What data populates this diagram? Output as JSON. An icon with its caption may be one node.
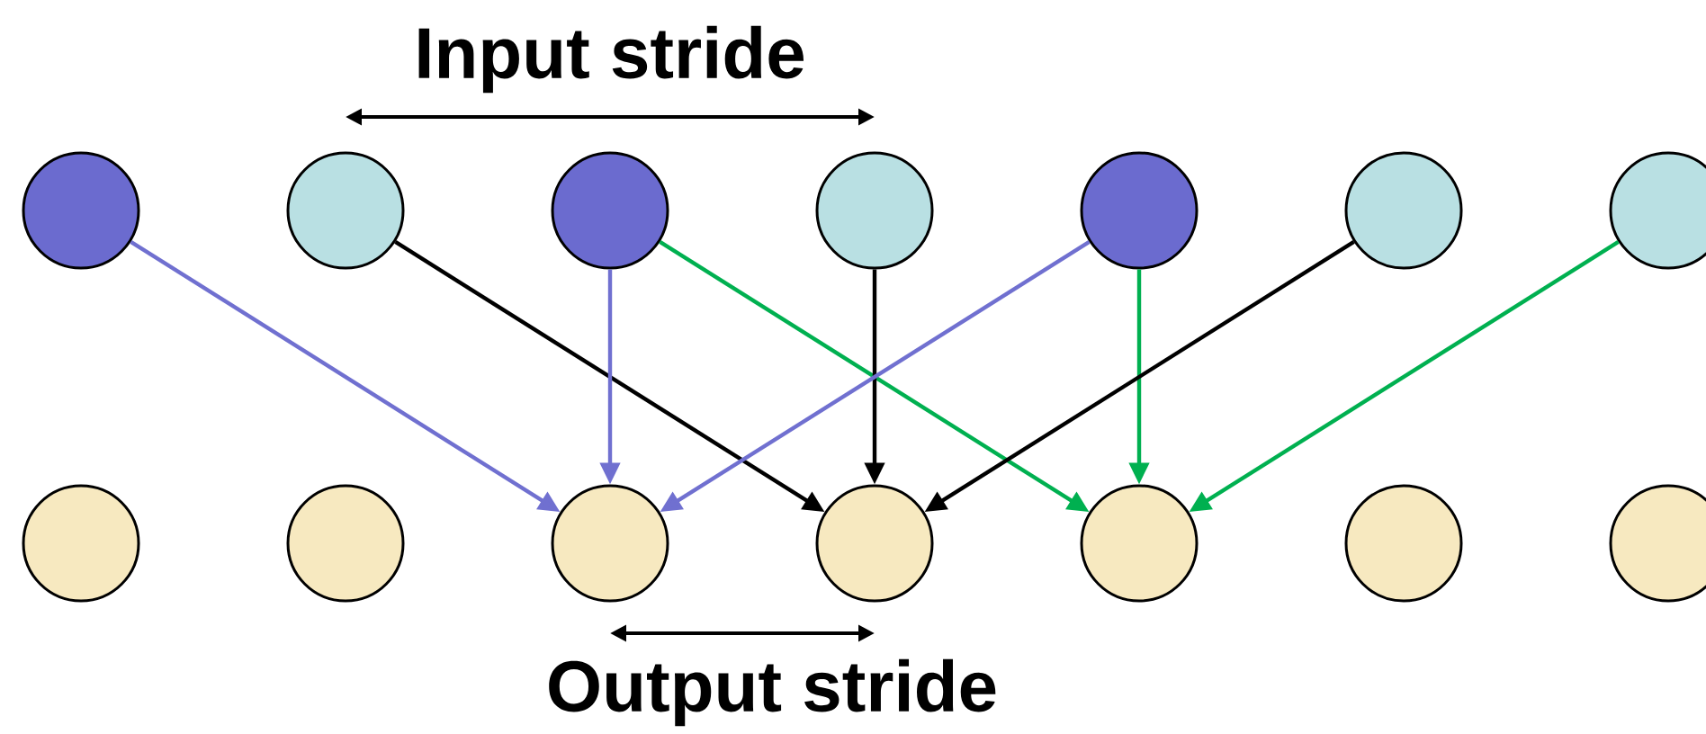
{
  "diagram": {
    "nodes": [
      {
        "text": [],
        "shape": "circle"
      },
      {
        "text": [],
        "shape": "circle"
      },
      {
        "text": [],
        "shape": "circle"
      },
      {
        "text": [],
        "shape": "circle"
      },
      {
        "text": [],
        "shape": "circle"
      },
      {
        "text": [],
        "shape": "circle"
      },
      {
        "text": [],
        "shape": "circle"
      },
      {
        "text": [],
        "shape": "circle"
      },
      {
        "text": [],
        "shape": "circle"
      },
      {
        "text": [],
        "shape": "circle"
      },
      {
        "text": [],
        "shape": "circle"
      },
      {
        "text": [],
        "shape": "circle"
      },
      {
        "text": [],
        "shape": "circle"
      },
      {
        "text": [],
        "shape": "circle"
      }
    ],
    "edges": [
      {
        "from": 0,
        "to": 9,
        "arrow": "to",
        "color": "#7070d0"
      },
      {
        "from": 1,
        "to": 10,
        "arrow": "to",
        "color": "#000000"
      },
      {
        "from": 2,
        "to": 9,
        "arrow": "to",
        "color": "#7070d0"
      },
      {
        "from": 2,
        "to": 11,
        "arrow": "to",
        "color": "#00b050"
      },
      {
        "from": 3,
        "to": 10,
        "arrow": "to",
        "color": "#000000"
      },
      {
        "from": 4,
        "to": 9,
        "arrow": "to",
        "color": "#7070d0"
      },
      {
        "from": 4,
        "to": 11,
        "arrow": "to",
        "color": "#00b050"
      },
      {
        "from": 5,
        "to": 10,
        "arrow": "to",
        "color": "#000000"
      },
      {
        "from": 6,
        "to": 11,
        "arrow": "to",
        "color": "#00b050"
      }
    ],
    "labels": [
      "Input stride",
      "Output stride"
    ]
  }
}
